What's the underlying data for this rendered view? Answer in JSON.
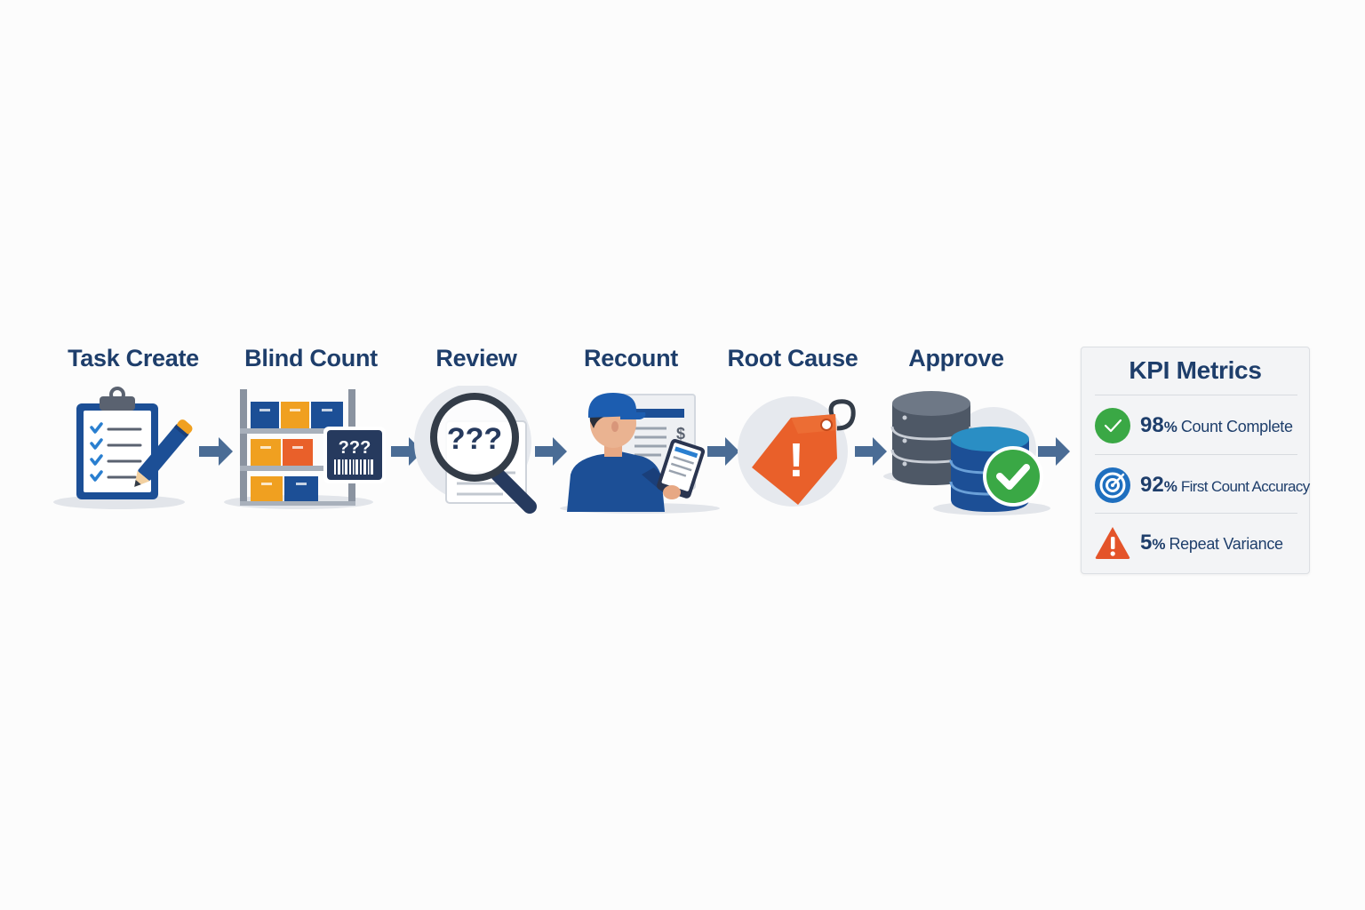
{
  "steps": [
    {
      "label": "Task Create",
      "icon": "clipboard-pencil-icon"
    },
    {
      "label": "Blind Count",
      "icon": "shelf-barcode-icon",
      "badge_text": "???"
    },
    {
      "label": "Review",
      "icon": "magnifier-icon",
      "badge_text": "???"
    },
    {
      "label": "Recount",
      "icon": "worker-tablet-icon",
      "sheet_symbol": "$"
    },
    {
      "label": "Root Cause",
      "icon": "warning-tag-icon",
      "badge_text": "!"
    },
    {
      "label": "Approve",
      "icon": "database-check-icon"
    }
  ],
  "kpi": {
    "title": "KPI Metrics",
    "rows": [
      {
        "value": "98",
        "unit": "%",
        "label": "Count Complete",
        "icon": "check-circle-icon",
        "color": "#3aa845"
      },
      {
        "value": "92",
        "unit": "%",
        "label": "First Count Accuracy",
        "icon": "target-icon",
        "color": "#1f6fbf"
      },
      {
        "value": "5",
        "unit": "%",
        "label": "Repeat Variance",
        "icon": "warning-triangle-icon",
        "color": "#e4542a"
      }
    ]
  },
  "colors": {
    "navy": "#1e3e6b",
    "blue": "#1c4f96",
    "orange": "#f0a020",
    "red_orange": "#e9602a",
    "green": "#3aa845",
    "arrow": "#4a6c95"
  }
}
